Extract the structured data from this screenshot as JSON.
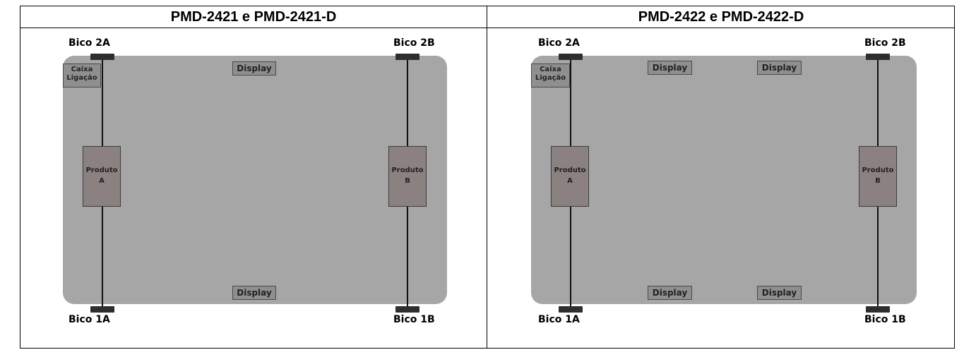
{
  "headers": {
    "left": "PMD-2421 e PMD-2421-D",
    "right": "PMD-2422 e PMD-2422-D"
  },
  "left_panel": {
    "bico_2a": "Bico 2A",
    "bico_2b": "Bico 2B",
    "bico_1a": "Bico 1A",
    "bico_1b": "Bico 1B",
    "caixa_line1": "Caixa",
    "caixa_line2": "Ligação",
    "display_top": "Display",
    "display_bottom": "Display",
    "produto_a_line1": "Produto",
    "produto_a_line2": "A",
    "produto_b_line1": "Produto",
    "produto_b_line2": "B"
  },
  "right_panel": {
    "bico_2a": "Bico 2A",
    "bico_2b": "Bico 2B",
    "bico_1a": "Bico 1A",
    "bico_1b": "Bico 1B",
    "caixa_line1": "Caixa",
    "caixa_line2": "Ligação",
    "display_top_1": "Display",
    "display_top_2": "Display",
    "display_bottom_1": "Display",
    "display_bottom_2": "Display",
    "produto_a_line1": "Produto",
    "produto_a_line2": "A",
    "produto_b_line1": "Produto",
    "produto_b_line2": "B"
  },
  "colors": {
    "board": "#a6a6a6",
    "label_box": "#8f8f8f",
    "product": "#8a8180",
    "nozzle": "#2e2e2e"
  }
}
